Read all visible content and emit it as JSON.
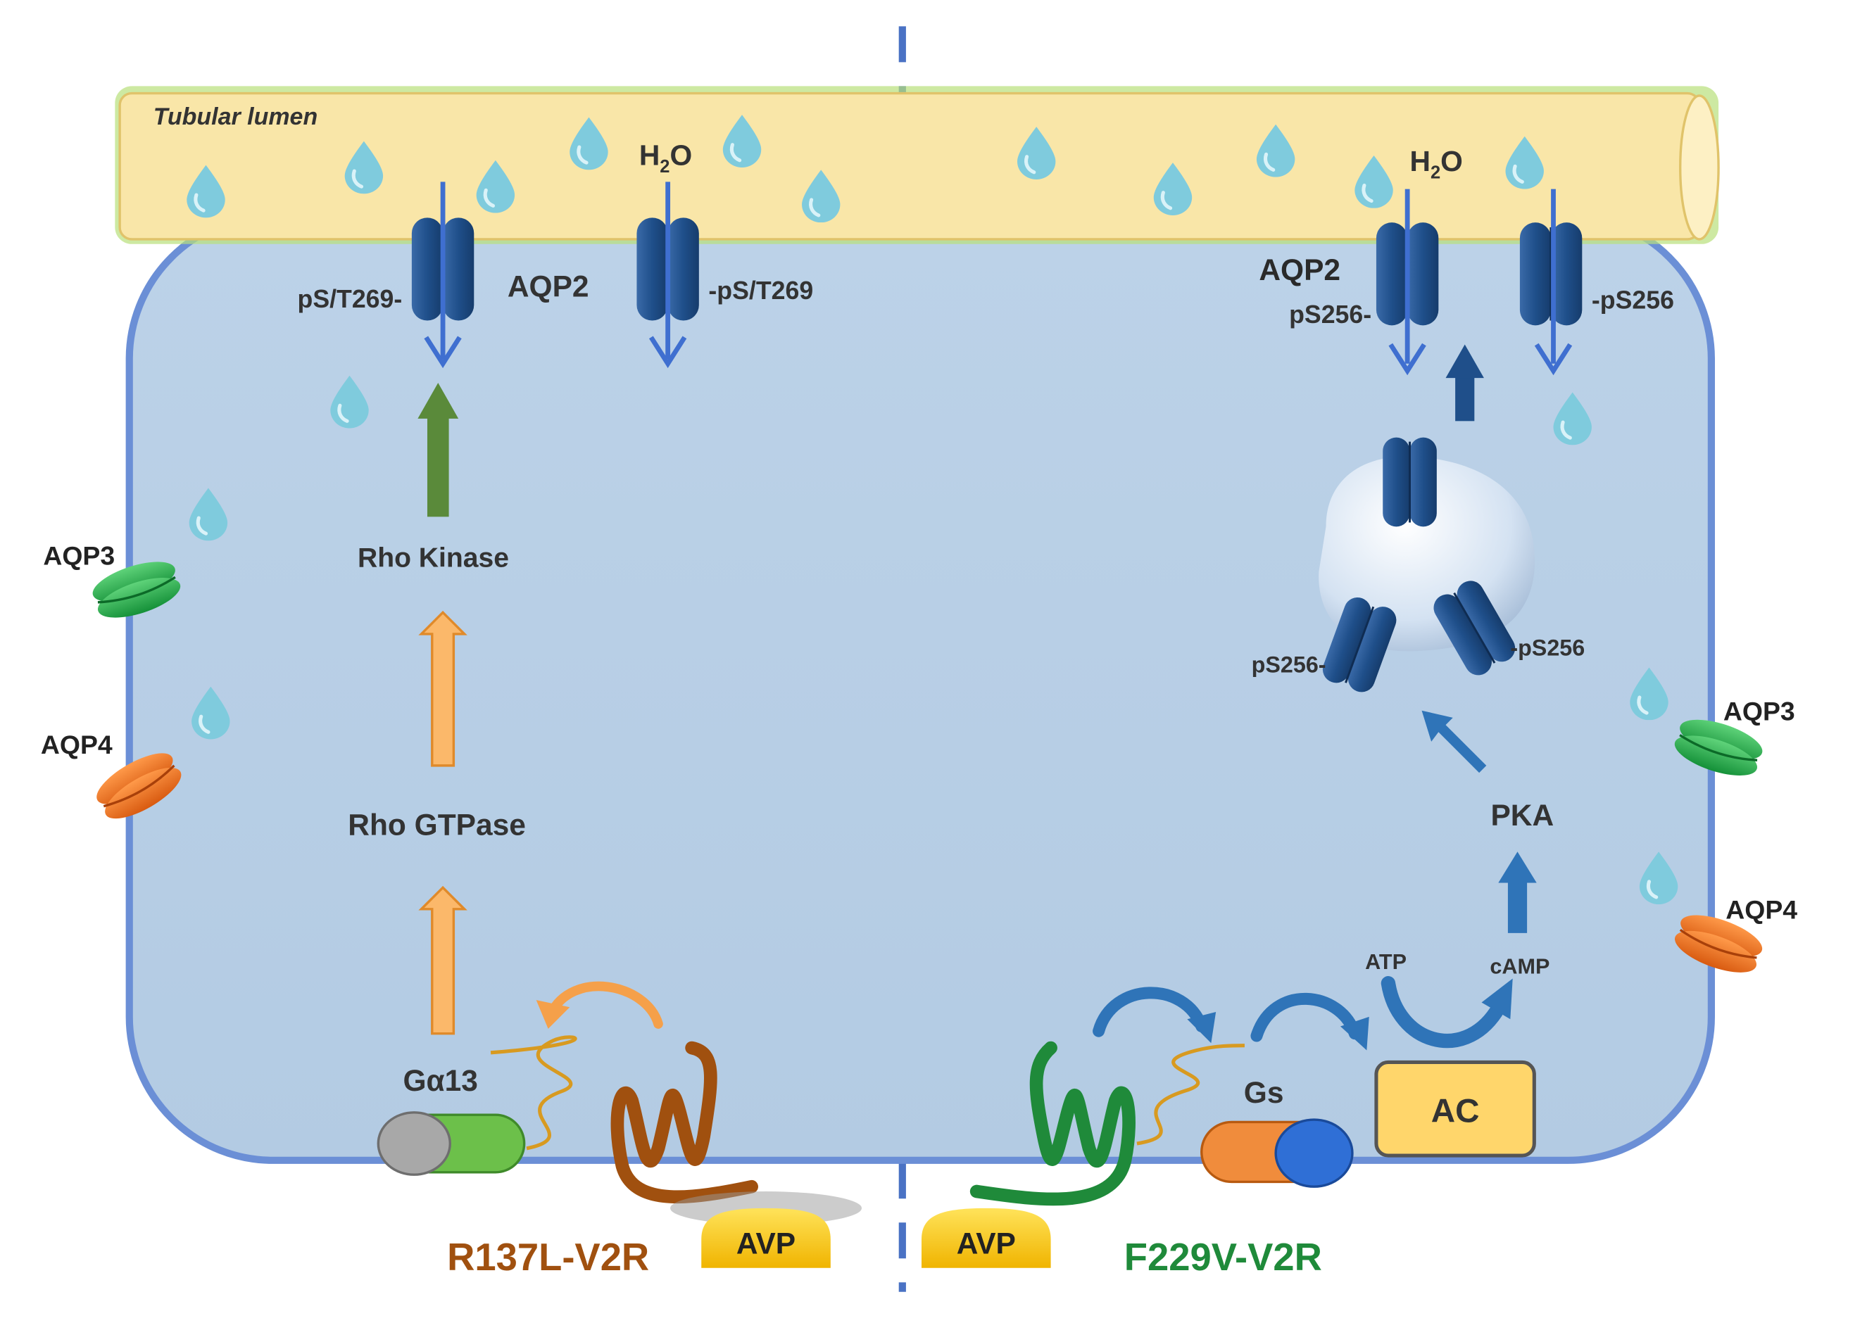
{
  "lumen_label": "Tubular lumen",
  "h2o_label": "H",
  "h2o_subscript": "2",
  "h2o_suffix": "O",
  "left": {
    "aqp2_label": "AQP2",
    "phospho_left": "pS/T269-",
    "phospho_right": "-pS/T269",
    "rho_kinase": "Rho Kinase",
    "rho_gtpase": "Rho GTPase",
    "g_protein": "Gα13",
    "receptor": "R137L-V2R",
    "ligand": "AVP",
    "aqp3": "AQP3",
    "aqp4": "AQP4"
  },
  "right": {
    "aqp2_label": "AQP2",
    "phospho_left": "pS256-",
    "phospho_right": "-pS256",
    "vesicle_phospho_left": "pS256-",
    "vesicle_phospho_right": "-pS256",
    "pka": "PKA",
    "atp": "ATP",
    "camp": "cAMP",
    "ac": "AC",
    "g_protein": "Gs",
    "receptor": "F229V-V2R",
    "ligand": "AVP",
    "aqp3": "AQP3",
    "aqp4": "AQP4"
  },
  "colors": {
    "lumen_fill": "#f9e6a8",
    "lumen_glow": "#b8e07a",
    "cell_fill": "#b9d0e6",
    "cell_border": "#6b8fd6",
    "divider": "#4a72c4",
    "aqp2": "#1f4f8a",
    "water": "#7cc8dc",
    "water_arrow": "#3f6fd0",
    "rock_arrow": "#5a8a3a",
    "rho_arrow": "#f5a04a",
    "pka_arrow": "#2f74b8",
    "left_receptor": "#a0500f",
    "right_receptor": "#1f8a3a",
    "aqp3": "#22a845",
    "aqp4": "#f07020",
    "avp": "#ffd21f",
    "ac_fill": "#ffd66b",
    "galpha_green": "#6cc04a",
    "gs_orange": "#f08c3c",
    "gs_blue": "#2f6fd6"
  }
}
